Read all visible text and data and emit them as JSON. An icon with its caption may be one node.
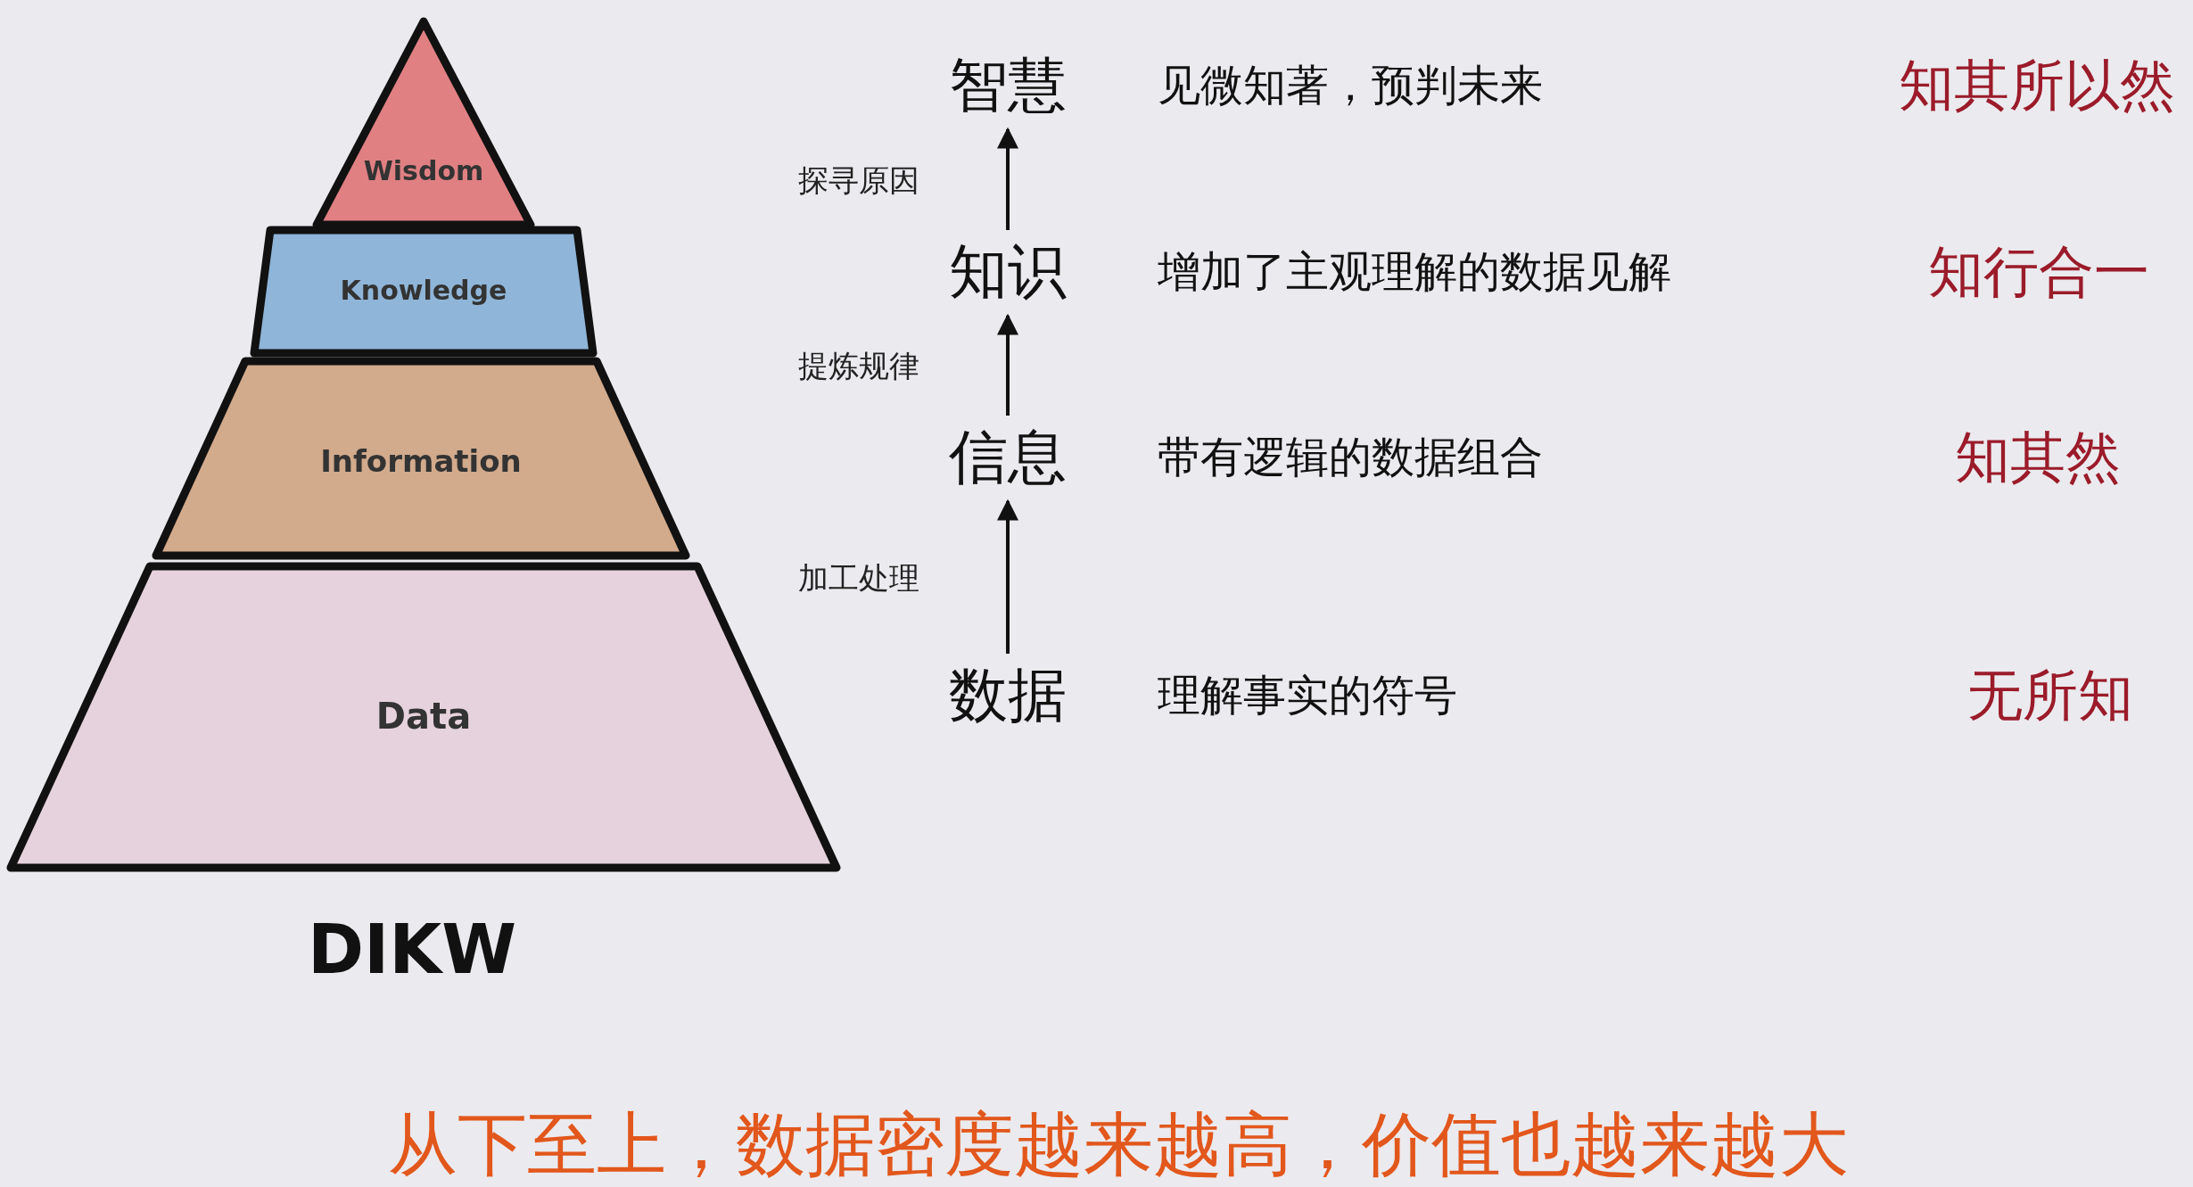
{
  "diagram": {
    "caption": "从下至上，数据密度越来越高，价值也越来越大",
    "nodes": [
      {
        "text": [
          "Wisdom"
        ]
      },
      {
        "text": [
          "Knowledge"
        ]
      },
      {
        "text": [
          "Information"
        ]
      },
      {
        "text": [
          "Data"
        ]
      },
      {
        "text": [
          "智慧"
        ],
        "beside": [
          "见微知著，预判未来"
        ]
      },
      {
        "text": [
          "知识"
        ],
        "beside": [
          "增加了主观理解的数据见解"
        ]
      },
      {
        "text": [
          "信息"
        ],
        "beside": [
          "带有逻辑的数据组合"
        ]
      },
      {
        "text": [
          "数据"
        ],
        "beside": [
          "理解事实的符号"
        ]
      }
    ],
    "edges": [
      {
        "from": 7,
        "to": 6,
        "arrow": "to",
        "label": "加工处理"
      },
      {
        "from": 6,
        "to": 5,
        "arrow": "to",
        "label": "提炼规律"
      },
      {
        "from": 5,
        "to": 4,
        "arrow": "to",
        "label": "探寻原因"
      }
    ],
    "labels": [
      "知其所以然",
      "知行合一",
      "知其然",
      "无所知",
      "DIKW"
    ]
  }
}
